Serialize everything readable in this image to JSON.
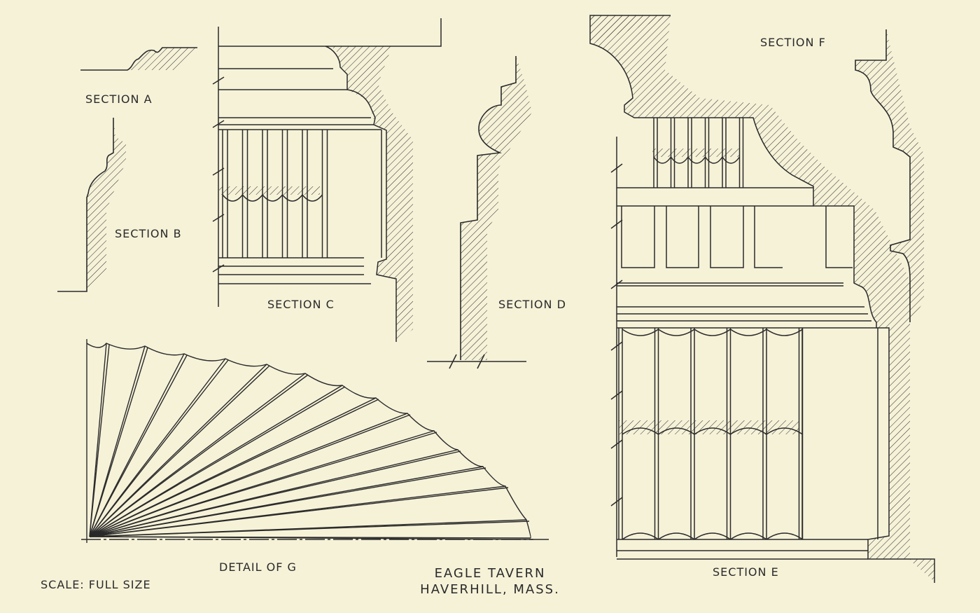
{
  "drawing": {
    "sections": {
      "a": "SECTION A",
      "b": "SECTION B",
      "c": "SECTION C",
      "d": "SECTION D",
      "e": "SECTION E",
      "f": "SECTION F"
    },
    "detail_g": "DETAIL OF G",
    "scale": "SCALE: FULL SIZE",
    "title_line1": "EAGLE TAVERN",
    "title_line2": "HAVERHILL, MASS.",
    "colors": {
      "paper": "#f6f2d8",
      "ink": "#2a2a2a"
    }
  }
}
